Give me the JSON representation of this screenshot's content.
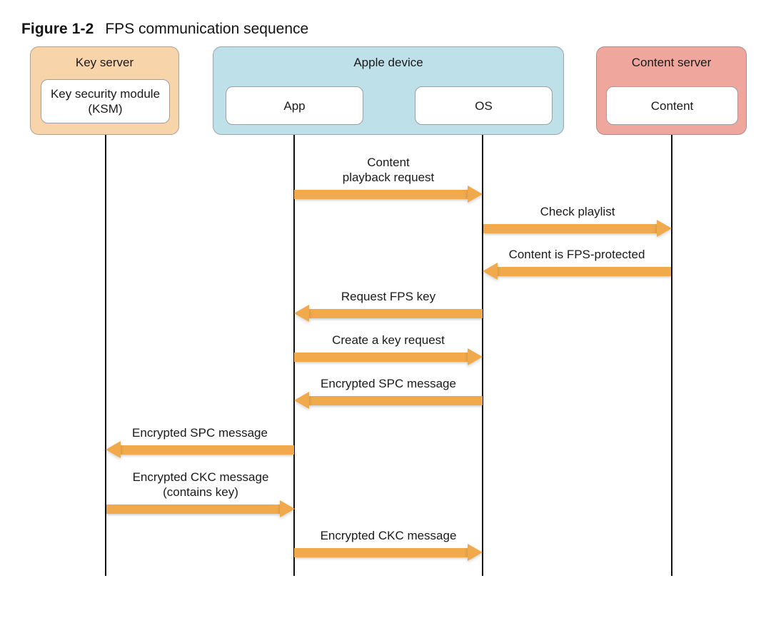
{
  "caption": {
    "number": "Figure 1-2",
    "title": "FPS communication sequence"
  },
  "colors": {
    "key_server_fill": "#F8D4AB",
    "apple_device_fill": "#BEE0E8",
    "content_server_fill": "#EFA79D",
    "arrow": "#F0A94B",
    "lifeline": "#111111",
    "inner_box_fill": "#FFFFFF"
  },
  "participants": [
    {
      "id": "key-server",
      "title": "Key server",
      "inner_label": "Key security module\n(KSM)"
    },
    {
      "id": "apple-device",
      "title": "Apple device",
      "inner_label_app": "App",
      "inner_label_os": "OS"
    },
    {
      "id": "content-server",
      "title": "Content server",
      "inner_label": "Content"
    }
  ],
  "messages": [
    {
      "id": "content-playback-request",
      "label": "Content\nplayback request",
      "from": "App",
      "to": "OS",
      "direction": "right"
    },
    {
      "id": "check-playlist",
      "label": "Check playlist",
      "from": "OS",
      "to": "Content",
      "direction": "right"
    },
    {
      "id": "content-is-fps-protected",
      "label": "Content is FPS-protected",
      "from": "Content",
      "to": "OS",
      "direction": "left"
    },
    {
      "id": "request-fps-key",
      "label": "Request FPS key",
      "from": "OS",
      "to": "App",
      "direction": "left"
    },
    {
      "id": "create-a-key-request",
      "label": "Create a key request",
      "from": "App",
      "to": "OS",
      "direction": "right"
    },
    {
      "id": "encrypted-spc-message-os-app",
      "label": "Encrypted SPC message",
      "from": "OS",
      "to": "App",
      "direction": "left"
    },
    {
      "id": "encrypted-spc-message-app-key",
      "label": "Encrypted SPC message",
      "from": "App",
      "to": "Key server",
      "direction": "left"
    },
    {
      "id": "encrypted-ckc-message-key-app",
      "label": "Encrypted CKC message\n(contains key)",
      "from": "Key server",
      "to": "App",
      "direction": "right"
    },
    {
      "id": "encrypted-ckc-message-app-os",
      "label": "Encrypted CKC message",
      "from": "App",
      "to": "OS",
      "direction": "right"
    }
  ]
}
